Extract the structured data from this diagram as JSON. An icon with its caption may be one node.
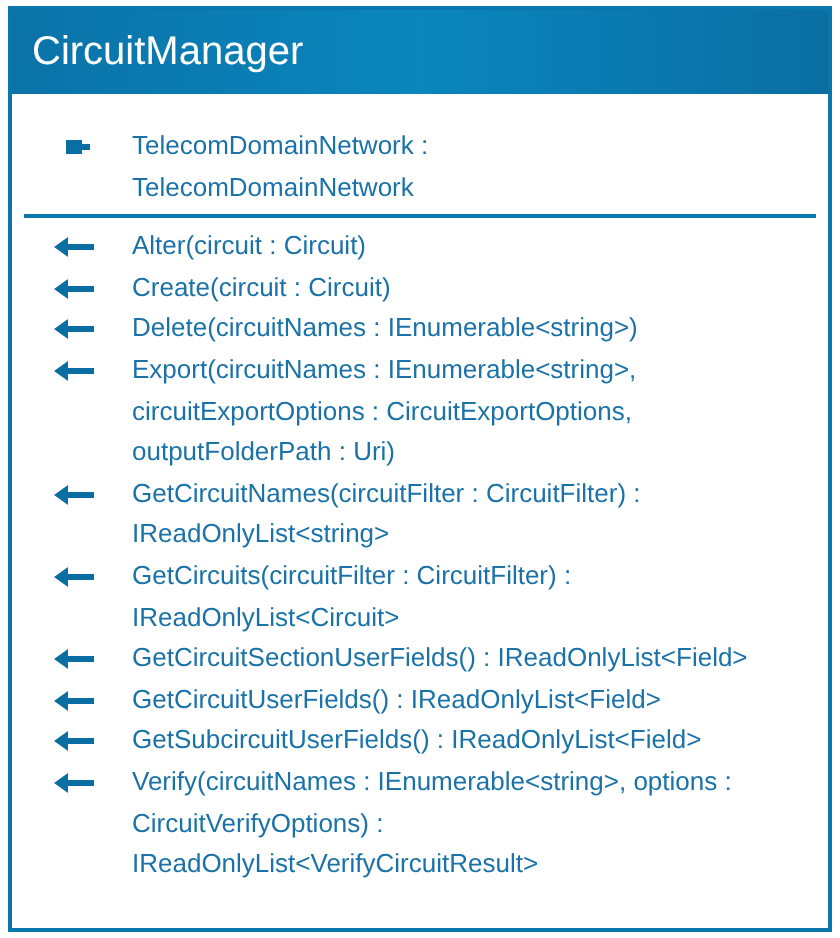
{
  "diagram": {
    "nodes": [
      {
        "text": [
          "CircuitManager",
          "TelecomDomainNetwork : TelecomDomainNetwork",
          "Alter(circuit : Circuit)",
          "Create(circuit : Circuit)",
          "Delete(circuitNames : IEnumerable<string>)",
          "Export(circuitNames : IEnumerable<string>, circuitExportOptions : CircuitExportOptions, outputFolderPath : Uri)",
          "GetCircuitNames(circuitFilter : CircuitFilter) : IReadOnlyList<string>",
          "GetCircuits(circuitFilter : CircuitFilter) : IReadOnlyList<Circuit>",
          "GetCircuitSectionUserFields() : IReadOnlyList<Field>",
          "GetCircuitUserFields() : IReadOnlyList<Field>",
          "GetSubcircuitUserFields() : IReadOnlyList<Field>",
          "Verify(circuitNames : IEnumerable<string>, options : CircuitVerifyOptions) : IReadOnlyList<VerifyCircuitResult>"
        ]
      }
    ]
  }
}
